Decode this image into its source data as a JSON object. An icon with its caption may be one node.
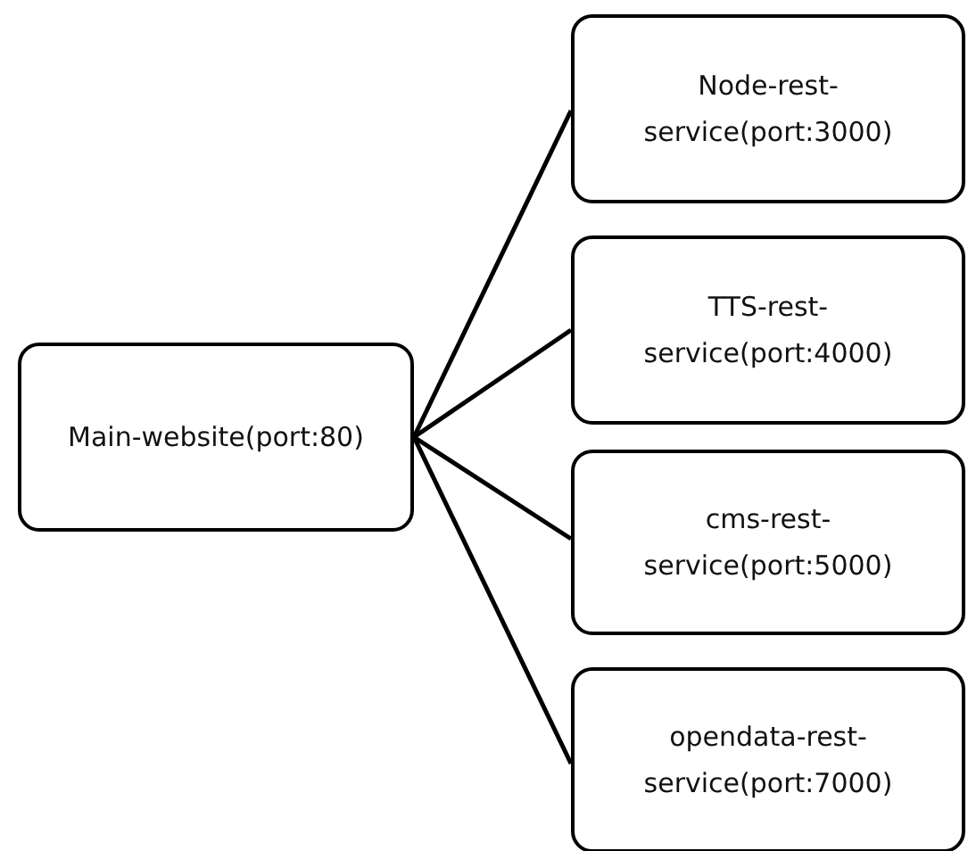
{
  "diagram": {
    "nodes": [
      {
        "text": [
          "Main-website(port:80)"
        ]
      },
      {
        "text": [
          "Node-rest-service(port:3000)"
        ]
      },
      {
        "text": [
          "TTS-rest-service(port:4000)"
        ]
      },
      {
        "text": [
          "cms-rest-service(port:5000)"
        ]
      },
      {
        "text": [
          "opendata-rest-service(port:7000)"
        ]
      }
    ],
    "edges": [
      {
        "from": 0,
        "to": 1,
        "arrow": "none"
      },
      {
        "from": 0,
        "to": 2,
        "arrow": "none"
      },
      {
        "from": 0,
        "to": 3,
        "arrow": "none"
      },
      {
        "from": 0,
        "to": 4,
        "arrow": "none"
      }
    ]
  }
}
